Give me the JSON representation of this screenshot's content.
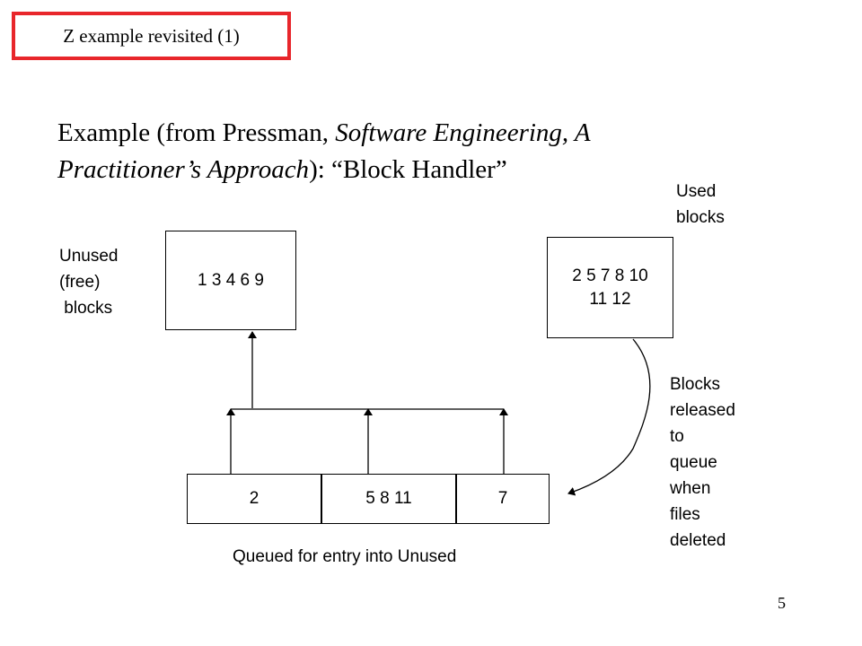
{
  "slide": {
    "title": "Z example revisited (1)",
    "heading": {
      "prefix": "Example (from Pressman, ",
      "book": "Software Engineering, A Practitioner’s Approach",
      "suffix": "): “Block Handler”"
    },
    "page_number": "5"
  },
  "diagram": {
    "unused_label": [
      "Unused",
      "(free)",
      " blocks"
    ],
    "unused_box": "1 3 4 6 9",
    "used_label": [
      "Used",
      "blocks"
    ],
    "used_box": [
      "2 5 7 8 10",
      "11 12"
    ],
    "queue": [
      "2",
      "5 8 11",
      "7"
    ],
    "queue_caption": "Queued for entry into Unused",
    "release_label": [
      "Blocks",
      "released",
      "to",
      "queue",
      "when",
      "files",
      "deleted"
    ]
  }
}
